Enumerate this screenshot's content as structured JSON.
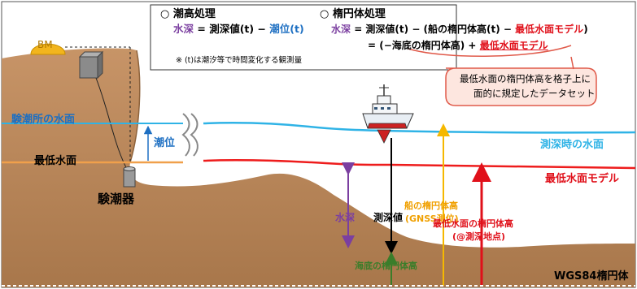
{
  "legend": {
    "tide_title": "○ 潮高処理",
    "tide_formula": {
      "depth": "水深",
      "eq": "= 測深値(t) −",
      "tide": "潮位(t)"
    },
    "ellipsoid_title": "○ 楕円体処理",
    "ellipsoid_formula_1": {
      "depth": "水深",
      "eq": "= 測深値(t) − (船の楕円体高(t) −",
      "model": "最低水面モデル",
      "close": ")"
    },
    "ellipsoid_formula_2": {
      "eq": "= (−海底の楕円体高) +",
      "model": "最低水面モデル"
    },
    "note": "※ (t)は潮汐等で時間変化する観測量"
  },
  "callout": {
    "line1": "最低水面の楕円体高を格子上に",
    "line2": "面的に規定したデータセット"
  },
  "labels": {
    "bm": "BM",
    "tide_station_surface": "験潮所の水面",
    "tide_level": "潮位",
    "lowest_water": "最低水面",
    "tide_gauge": "験潮器",
    "surface_at_sounding": "測深時の水面",
    "lowest_water_model": "最低水面モデル",
    "depth": "水深",
    "sounding_value": "測深値",
    "ship_height": "船の楕円体高",
    "gnss": "(GNSS測位)",
    "lowest_height_1": "最低水面の楕円体高",
    "lowest_height_2": "(@測深地点)",
    "seabed_height": "海底の楕円体高",
    "wgs84": "WGS84楕円体"
  },
  "colors": {
    "ground": "#b8865a",
    "ground_dark": "#9c6c42",
    "sea_line": "#2fb3e6",
    "lowest_line": "#ee1c1c",
    "orange_line": "#f0a04b",
    "depth_arrow": "#7b3fa0",
    "ship_arrow": "#f5b800",
    "seabed_arrow": "#3a7d2a",
    "blue_label": "#1d6fc2",
    "callout_fill": "#fde6df",
    "callout_border": "#e05a4a",
    "bm_fill": "#f2b51d"
  }
}
